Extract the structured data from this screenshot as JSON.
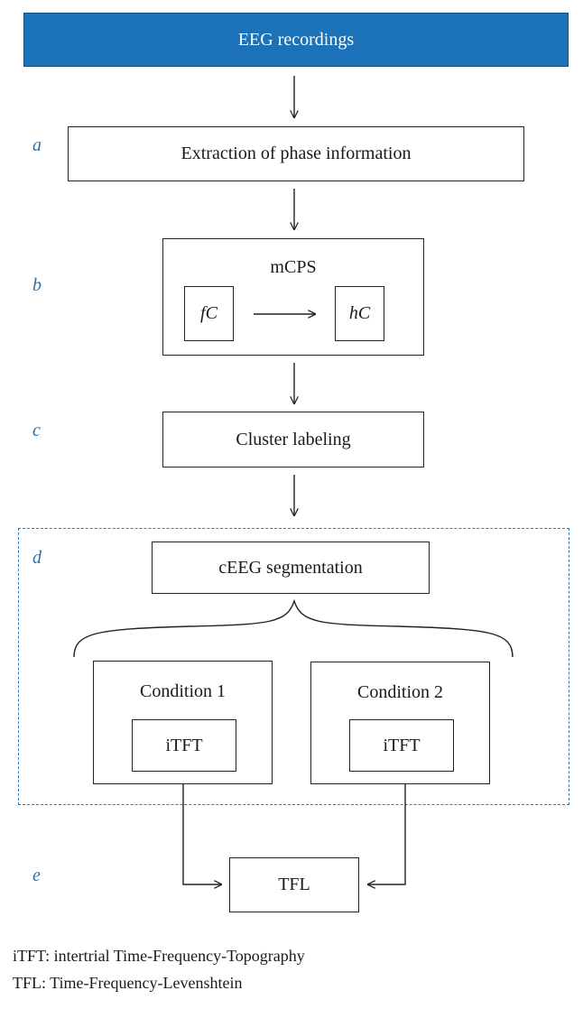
{
  "header": {
    "title": "EEG recordings"
  },
  "steps": {
    "a": {
      "label": "a",
      "box": "Extraction of phase information"
    },
    "b": {
      "label": "b",
      "title": "mCPS",
      "left": "fC",
      "right": "hC"
    },
    "c": {
      "label": "c",
      "box": "Cluster labeling"
    },
    "d": {
      "label": "d",
      "box": "cEEG segmentation",
      "conditions": [
        {
          "title": "Condition 1",
          "inner": "iTFT"
        },
        {
          "title": "Condition 2",
          "inner": "iTFT"
        }
      ]
    },
    "e": {
      "label": "e",
      "box": "TFL"
    }
  },
  "footnotes": [
    "iTFT: intertrial Time-Frequency-Topography",
    "TFL: Time-Frequency-Levenshtein"
  ],
  "colors": {
    "header_bg": "#1c72b8",
    "step_label": "#2e6fa8",
    "dashed_border": "#2e7bbd"
  }
}
